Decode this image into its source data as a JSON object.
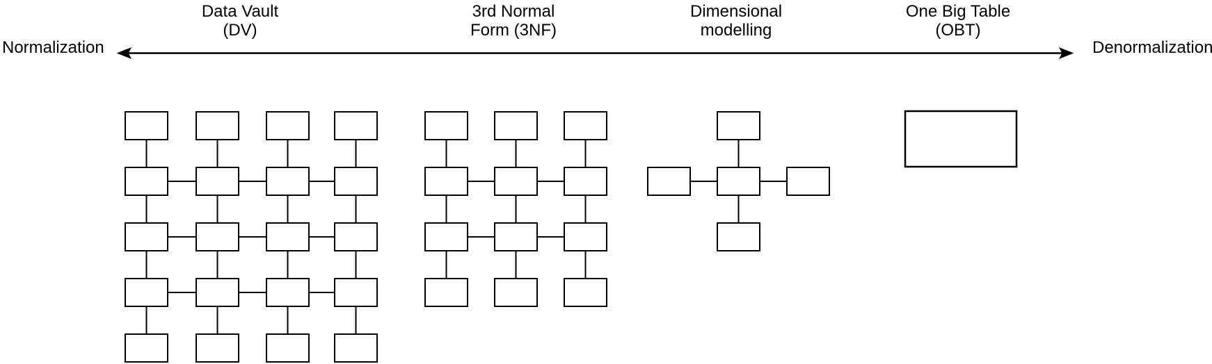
{
  "axis": {
    "left_label": "Normalization",
    "right_label": "Denormalization",
    "arrow_style": "double-headed-horizontal"
  },
  "sections": [
    {
      "id": "data-vault",
      "label": [
        "Data Vault",
        "(DV)"
      ],
      "diagram": {
        "type": "grid",
        "columns": 4,
        "rows": 5,
        "box_count": 20,
        "horizontally_linked_rows": [
          2,
          3,
          4
        ],
        "vertically_linked_columns": [
          1,
          2,
          3,
          4
        ]
      }
    },
    {
      "id": "third-normal-form",
      "label": [
        "3rd Normal",
        "Form (3NF)"
      ],
      "diagram": {
        "type": "grid",
        "columns": 3,
        "rows": 4,
        "box_count": 12,
        "horizontally_linked_rows": [
          2,
          3
        ],
        "vertically_linked_columns": [
          1,
          2,
          3
        ]
      }
    },
    {
      "id": "dimensional-modelling",
      "label": [
        "Dimensional",
        "modelling"
      ],
      "diagram": {
        "type": "star",
        "center_boxes": 1,
        "satellite_boxes": 4,
        "box_count": 5
      }
    },
    {
      "id": "one-big-table",
      "label": [
        "One Big Table",
        "(OBT)"
      ],
      "diagram": {
        "type": "single",
        "box_count": 1
      }
    }
  ],
  "colors": {
    "ink": "#000000",
    "background": "#ffffff",
    "box_fill": "#ffffff"
  }
}
